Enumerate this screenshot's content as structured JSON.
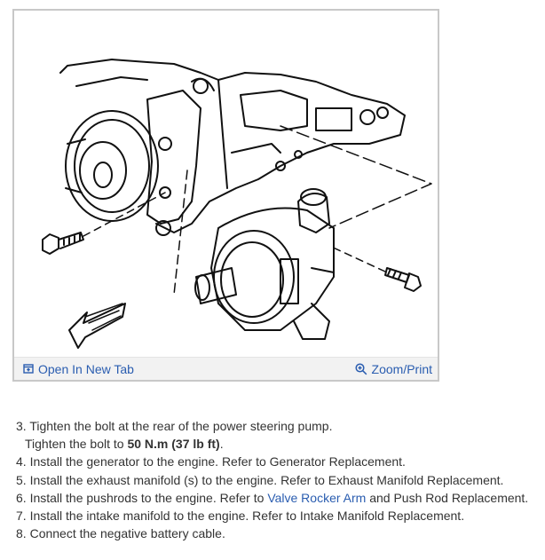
{
  "figure": {
    "open_tab_label": "Open In New Tab",
    "zoom_label": "Zoom/Print"
  },
  "steps": [
    {
      "number": "3.",
      "text": "Tighten the bolt at the rear of the power steering pump."
    },
    {
      "sub_prefix": "Tighten the bolt to ",
      "sub_bold": "50 N.m (37 lb ft)",
      "sub_suffix": "."
    },
    {
      "number": "4.",
      "text": "Install the generator to the engine. Refer to Generator Replacement."
    },
    {
      "number": "5.",
      "text": "Install the exhaust manifold (s) to the engine. Refer to Exhaust Manifold Replacement."
    },
    {
      "number": "6.",
      "prefix": "Install the pushrods to the engine. Refer to ",
      "link": "Valve Rocker Arm",
      "suffix": " and Push Rod Replacement."
    },
    {
      "number": "7.",
      "text": "Install the intake manifold to the engine. Refer to Intake Manifold Replacement."
    },
    {
      "number": "8.",
      "text": "Connect the negative battery cable."
    }
  ],
  "colors": {
    "link": "#2a5db0",
    "text": "#333333",
    "frame": "#c8c8c8"
  }
}
